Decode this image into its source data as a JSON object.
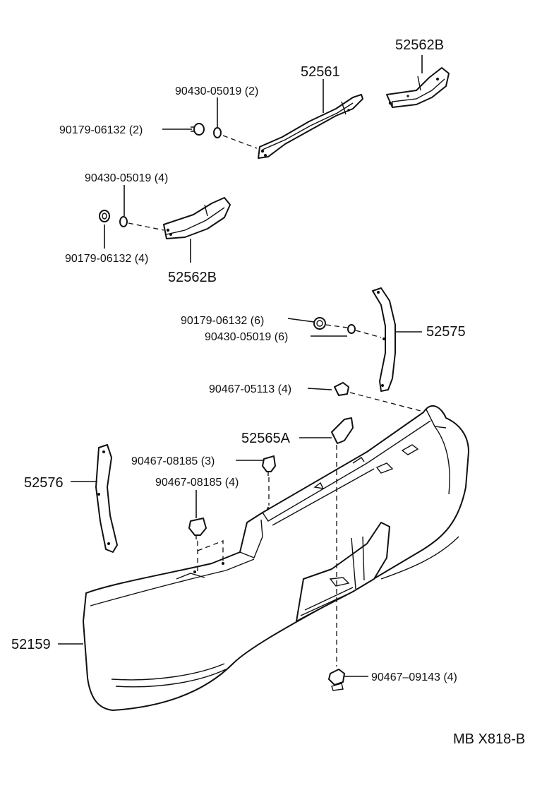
{
  "labels": {
    "l_52562B_top": "52562B",
    "l_52561": "52561",
    "l_90430_2": "90430-05019 (2)",
    "l_90179_2": "90179-06132 (2)",
    "l_90430_4": "90430-05019 (4)",
    "l_90179_4": "90179-06132 (4)",
    "l_52562B_bot": "52562B",
    "l_90179_6": "90179-06132 (6)",
    "l_90430_6": "90430-05019 (6)",
    "l_52575": "52575",
    "l_90467_05113": "90467-05113 (4)",
    "l_52565A": "52565A",
    "l_90467_08185_3": "90467-08185 (3)",
    "l_90467_08185_4": "90467-08185 (4)",
    "l_52576": "52576",
    "l_52159": "52159",
    "l_90467_09143": "90467–09143 (4)",
    "l_ref": "MB X818-B"
  }
}
